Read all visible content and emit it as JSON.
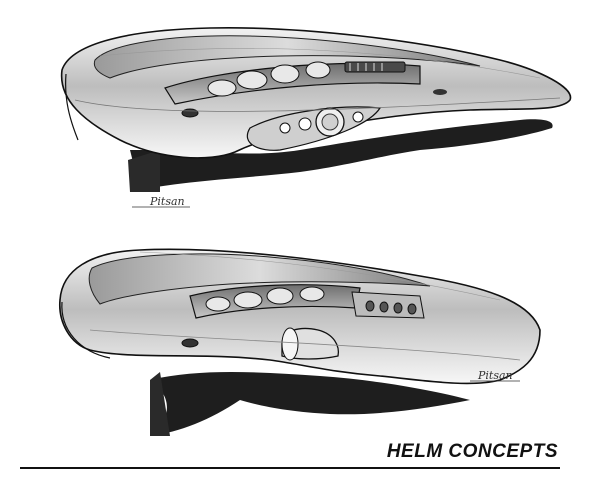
{
  "caption": "HELM CONCEPTS",
  "signatures": [
    "Pitsan",
    "Pitsan"
  ],
  "colors": {
    "ink": "#111111",
    "marker_dark": "#2a2a2a",
    "marker_mid": "#8a8a8a",
    "marker_light": "#d6d6d6",
    "paper": "#ffffff"
  }
}
